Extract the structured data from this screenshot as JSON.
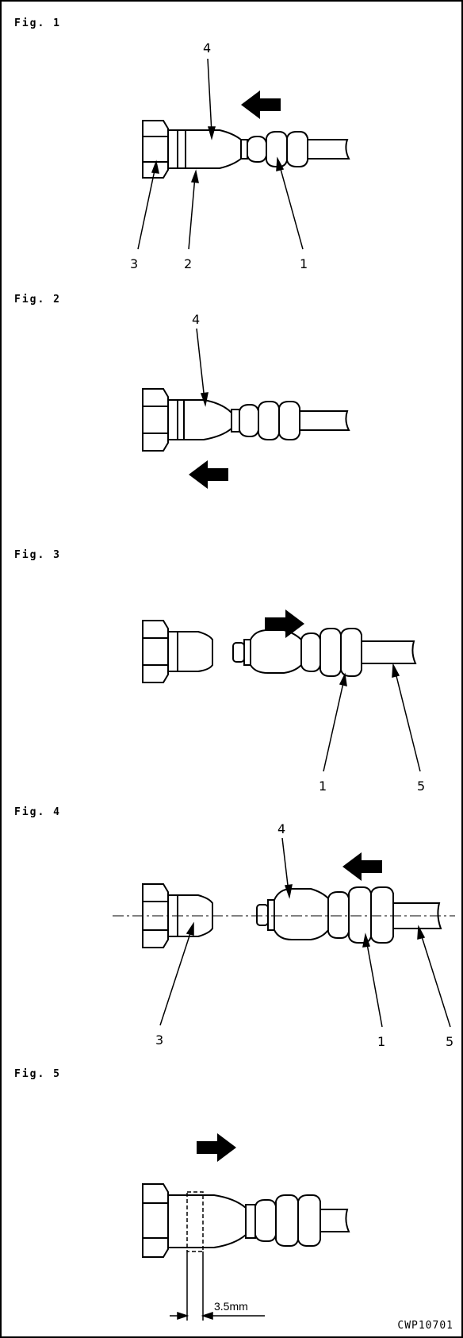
{
  "figures": [
    {
      "label": "Fig. 1",
      "callouts": [
        "4",
        "3",
        "2",
        "1"
      ]
    },
    {
      "label": "Fig. 2",
      "callouts": [
        "4"
      ]
    },
    {
      "label": "Fig. 3",
      "callouts": [
        "1",
        "5"
      ]
    },
    {
      "label": "Fig. 4",
      "callouts": [
        "4",
        "3",
        "1",
        "5"
      ]
    },
    {
      "label": "Fig. 5",
      "dimension": "3.5mm"
    }
  ],
  "figure_code": "CWP10701",
  "colors": {
    "line": "#000000",
    "background": "#ffffff"
  }
}
